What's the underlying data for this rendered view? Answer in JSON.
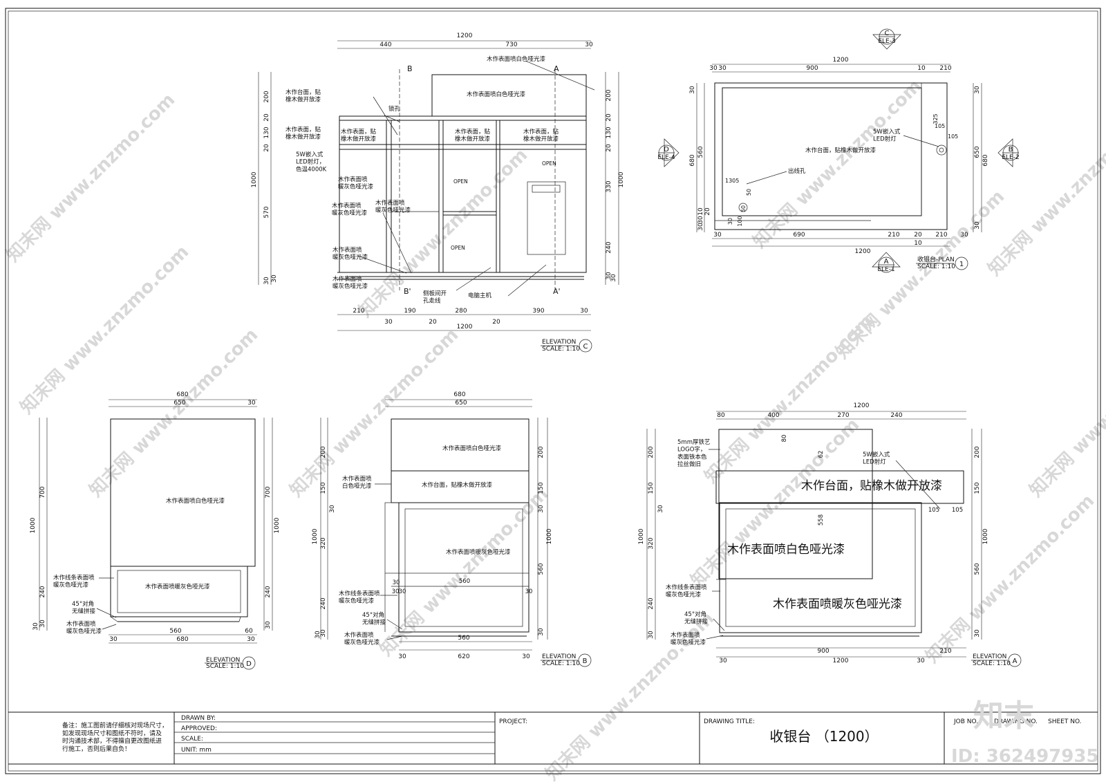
{
  "elevation_c": {
    "dims_top": [
      "1200",
      "440",
      "730",
      "30"
    ],
    "dims_bottom": [
      "210",
      "190",
      "280",
      "390",
      "30",
      "30",
      "20",
      "20",
      "1200"
    ],
    "dims_left": [
      "200",
      "20",
      "130",
      "20",
      "570",
      "30",
      "30",
      "1000"
    ],
    "dims_right": [
      "200",
      "20",
      "130",
      "20",
      "330",
      "240",
      "30",
      "30",
      "1000"
    ],
    "section_marks": [
      "B",
      "A",
      "B'",
      "A'"
    ],
    "notes": [
      "木作表面喷白色哑光漆",
      "木作台面，贴\n橡木做开放漆",
      "锁孔",
      "木作表面，贴\n橡木做开放漆",
      "5W嵌入式\nLED射灯，\n色温4000K",
      "木作表面喷\n暖灰色哑光漆",
      "木作表面喷\n暖灰色哑光漆",
      "木作表面喷\n暖灰色哑光漆",
      "木作表面喷\n暖灰色哑光漆",
      "木作表面喷\n暖灰色哑光漆",
      "侧板间开\n孔走线",
      "电脑主机"
    ],
    "inner_notes": [
      "木作表面喷白色哑光漆",
      "木作表面，贴\n橡木做开放漆",
      "木作表面，贴\n橡木做开放漆",
      "木作表面，贴\n橡木做开放漆",
      "OPEN",
      "OPEN",
      "OPEN"
    ],
    "title": "ELEVATION",
    "scale": "SCALE: 1:10",
    "tag": "C"
  },
  "plan": {
    "dims_top": [
      "1200",
      "30",
      "900",
      "10",
      "210",
      "30"
    ],
    "dims_bottom": [
      "30",
      "690",
      "210",
      "20",
      "210",
      "30",
      "10",
      "1200"
    ],
    "dims_left": [
      "30",
      "560",
      "680",
      "10",
      "30",
      "20",
      "30"
    ],
    "dims_right": [
      "30",
      "650",
      "680",
      "30"
    ],
    "small_dims": [
      "325",
      "105",
      "105",
      "1305",
      "50",
      "50",
      "100",
      "30"
    ],
    "notes": [
      "5W嵌入式\nLED射灯",
      "木作台面，贴橡木做开放漆",
      "出线孔"
    ],
    "markers": [
      {
        "letter": "C",
        "label": "ELE-3"
      },
      {
        "letter": "B",
        "label": "ELE-2"
      },
      {
        "letter": "D",
        "label": "ELE-4"
      },
      {
        "letter": "A",
        "label": "ELE-1"
      }
    ],
    "title": "收银台-PLAN",
    "scale": "SCALE: 1:10",
    "tag": "1"
  },
  "elevation_d": {
    "dims_top": [
      "680",
      "650",
      "30"
    ],
    "dims_bottom": [
      "560",
      "60",
      "30",
      "680",
      "30"
    ],
    "dims_left": [
      "700",
      "1000",
      "240",
      "30",
      "30"
    ],
    "dims_right": [
      "700",
      "1000",
      "240",
      "30"
    ],
    "notes": [
      "木作表面喷白色哑光漆",
      "木作表面喷暖灰色哑光漆",
      "木作线条表面喷\n暖灰色哑光漆",
      "45°对角\n无缝拼接",
      "木作表面喷\n暖灰色哑光漆"
    ],
    "title": "ELEVATION",
    "scale": "SCALE: 1:10",
    "tag": "D"
  },
  "elevation_b": {
    "dims_top": [
      "680",
      "650"
    ],
    "dims_bottom": [
      "560",
      "30",
      "620",
      "30"
    ],
    "dims_left": [
      "200",
      "150",
      "30",
      "1000",
      "320",
      "240",
      "30",
      "30"
    ],
    "dims_right": [
      "200",
      "150",
      "30",
      "1000",
      "560",
      "30"
    ],
    "inner_dims": [
      "30",
      "30",
      "560",
      "30",
      "30"
    ],
    "notes": [
      "木作表面喷白色哑光漆",
      "木作表面喷\n白色哑光漆",
      "木作台面，贴橡木做开放漆",
      "木作表面喷暖灰色哑光漆",
      "木作线条表面喷\n暖灰色哑光漆",
      "45°对角\n无缝拼接",
      "木作表面喷\n暖灰色哑光漆"
    ],
    "title": "ELEVATION",
    "scale": "SCALE: 1:10",
    "tag": "B"
  },
  "elevation_a": {
    "dims_top": [
      "1200",
      "80",
      "400",
      "270",
      "240"
    ],
    "dims_bottom": [
      "900",
      "210",
      "30",
      "1200",
      "30"
    ],
    "dims_left": [
      "200",
      "150",
      "30",
      "1000",
      "320",
      "240",
      "30"
    ],
    "dims_right": [
      "200",
      "150",
      "1000",
      "560",
      "30"
    ],
    "inner_dims": [
      "80",
      "62",
      "558",
      "105",
      "105"
    ],
    "notes": [
      "5mm厚铁艺\nLOGO字，\n表面铁本色\n拉丝做旧",
      "5W嵌入式\nLED射灯",
      "木作线条表面喷\n暖灰色哑光漆",
      "45°对角\n无缝拼接",
      "木作表面喷\n暖灰色哑光漆"
    ],
    "big_notes": [
      "木作台面，贴橡木做开放漆",
      "木作表面喷白色哑光漆",
      "木作表面喷暖灰色哑光漆"
    ],
    "title": "ELEVATION",
    "scale": "SCALE: 1:10",
    "tag": "A"
  },
  "title_block": {
    "remark": "备注：施工图前请仔细核对现场尺寸，\n如发现现场尺寸和图纸不符时，请及\n时沟通技术部，不得擅自更改图纸进\n行施工，否则后果自负！",
    "drawn_by": "DRAWN BY:",
    "approved": "APPROVED:",
    "scale": "SCALE:",
    "unit": "UNIT: mm",
    "project": "PROJECT:",
    "drawing_title_label": "DRAWING TITLE:",
    "drawing_title": "收银台 （1200）",
    "job_no": "JOB NO.",
    "drawing_no": "DRAWING NO.",
    "sheet_no": "SHEET NO."
  },
  "watermark": {
    "brand": "知末",
    "id": "ID: 362497935",
    "site": "www.znzmo.com",
    "site_cn": "知末网"
  }
}
